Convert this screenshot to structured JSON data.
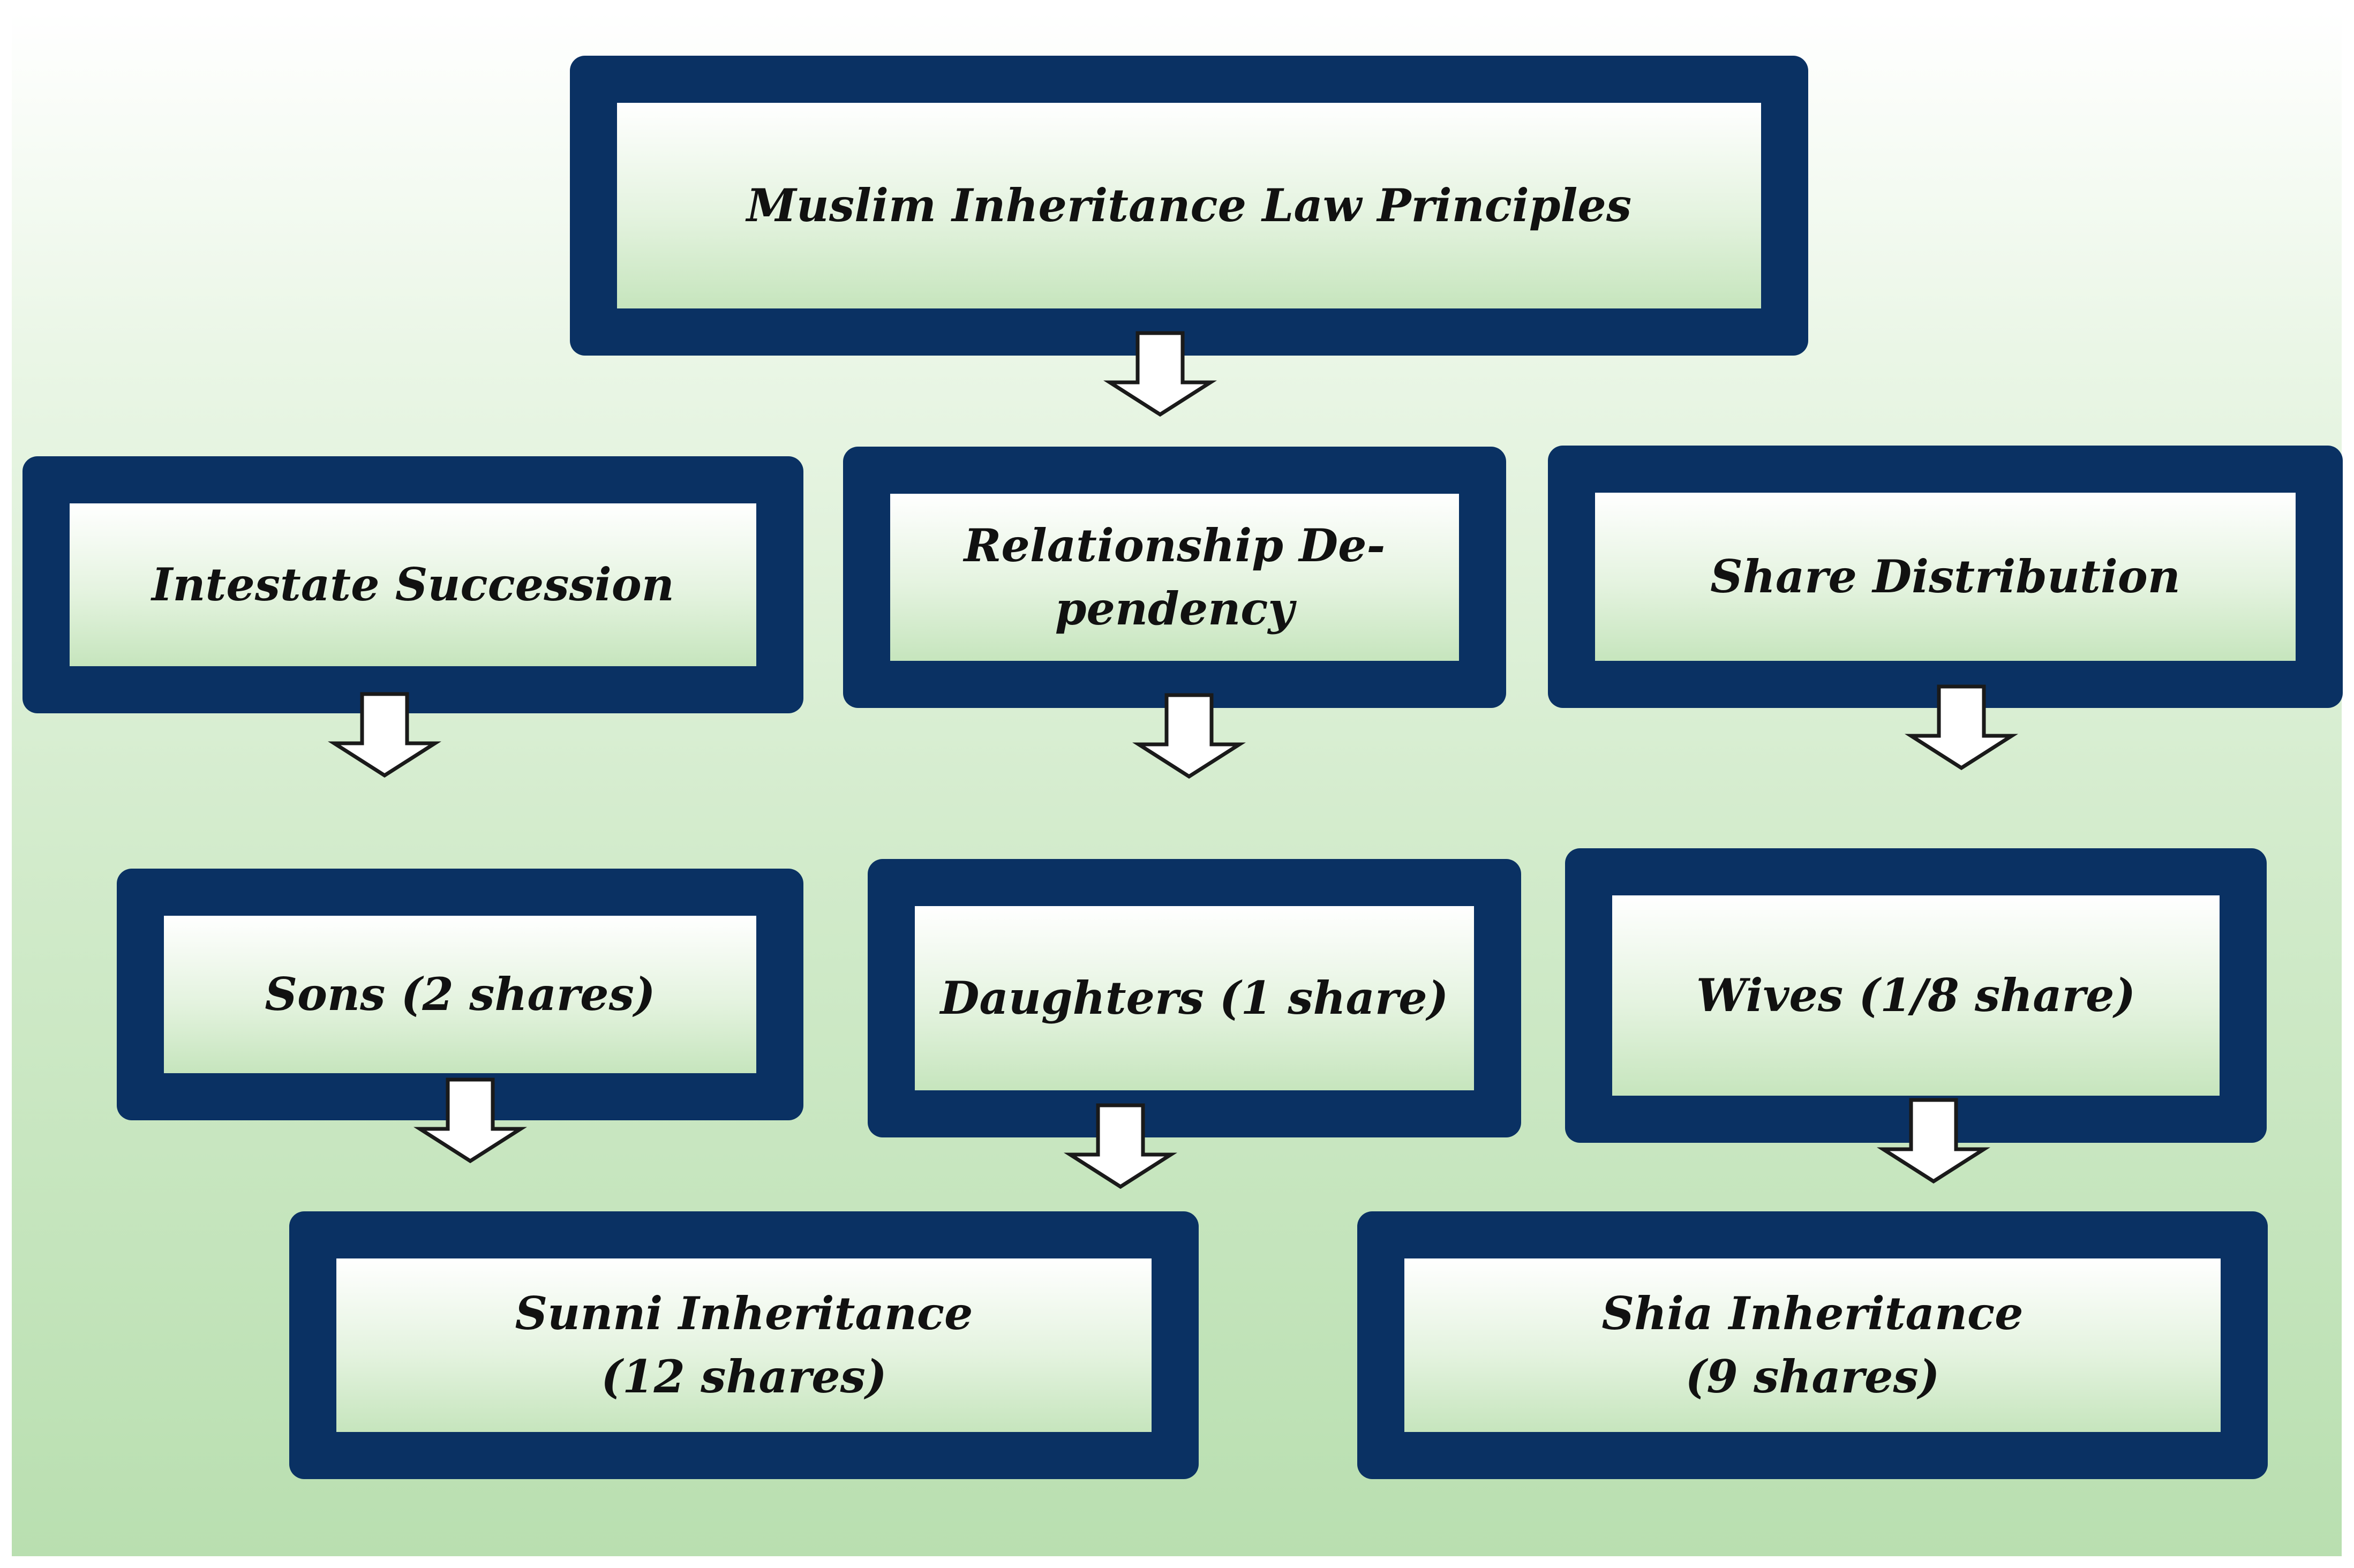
{
  "diagram": {
    "root": {
      "label": "Muslim Inheritance Law Principles"
    },
    "level1": [
      {
        "lines": [
          "Intestate Succession"
        ]
      },
      {
        "lines": [
          "Relationship De-",
          "pendency"
        ]
      },
      {
        "lines": [
          "Share Distribution"
        ]
      }
    ],
    "level2": [
      {
        "lines": [
          "Sons (2 shares)"
        ]
      },
      {
        "lines": [
          "Daughters (1 share)"
        ]
      },
      {
        "lines": [
          "Wives (1/8 share)"
        ]
      }
    ],
    "level3": [
      {
        "lines": [
          "Sunni Inheritance",
          "(12 shares)"
        ]
      },
      {
        "lines": [
          "Shia Inheritance",
          "(9 shares)"
        ]
      }
    ]
  },
  "colors": {
    "box_border": "#0a3163",
    "arrow_stroke": "#1a1a1a"
  }
}
